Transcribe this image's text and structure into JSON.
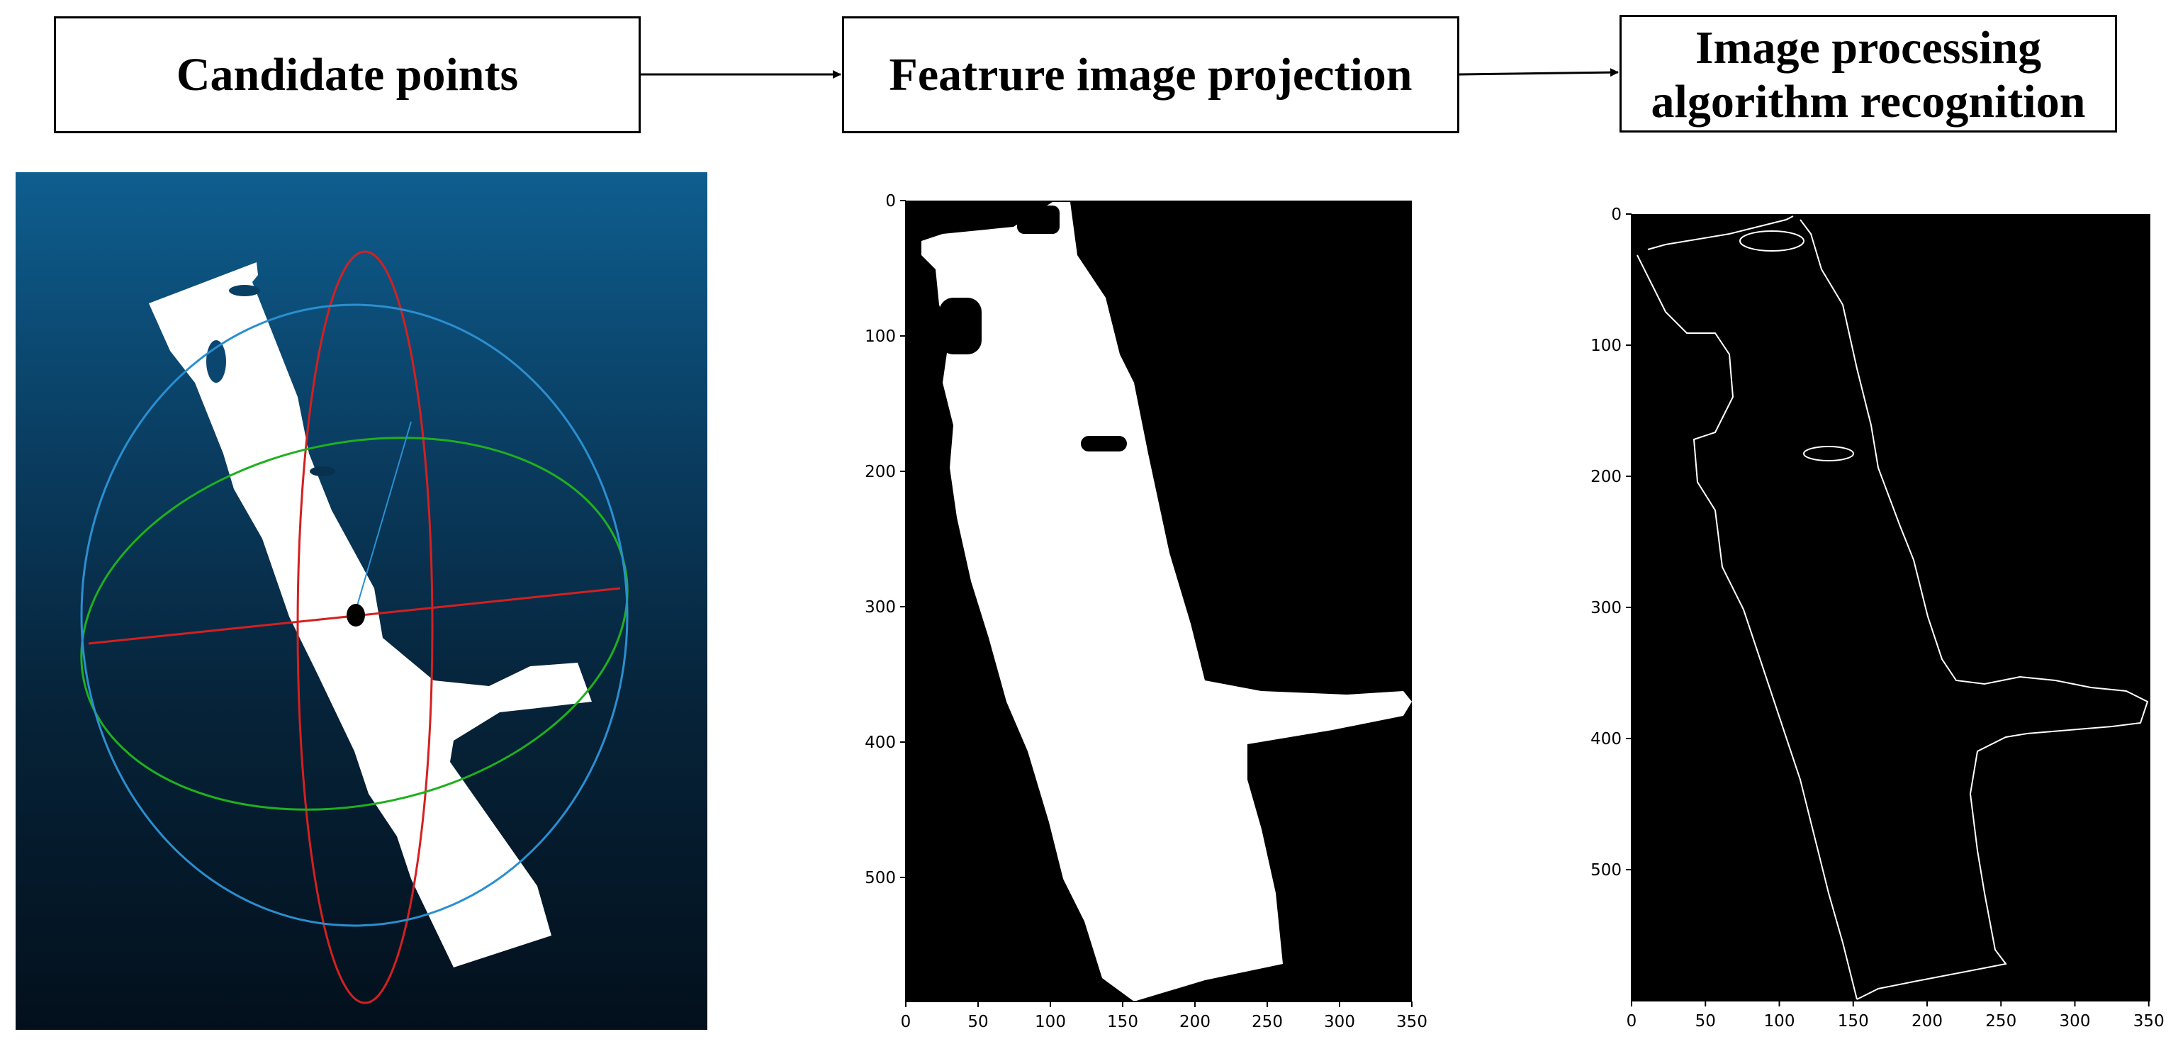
{
  "flow": {
    "steps": [
      {
        "label": "Candidate points"
      },
      {
        "label": "Featrure image projection"
      },
      {
        "label": "Image processing\nalgorithm recognition"
      }
    ]
  },
  "panels": {
    "projection": {
      "y_ticks": [
        "0",
        "100",
        "200",
        "300",
        "400",
        "500"
      ],
      "x_ticks": [
        "0",
        "50",
        "100",
        "150",
        "200",
        "250",
        "300",
        "350"
      ]
    },
    "recognition": {
      "y_ticks": [
        "0",
        "100",
        "200",
        "300",
        "400",
        "500"
      ],
      "x_ticks": [
        "0",
        "50",
        "100",
        "150",
        "200",
        "250",
        "300",
        "350"
      ]
    }
  },
  "colors": {
    "gradient_top": "#0e5e8f",
    "gradient_bottom": "#03101c",
    "axis_red": "#d42020",
    "axis_green": "#1fb01f",
    "axis_blue": "#2a8fd0"
  }
}
